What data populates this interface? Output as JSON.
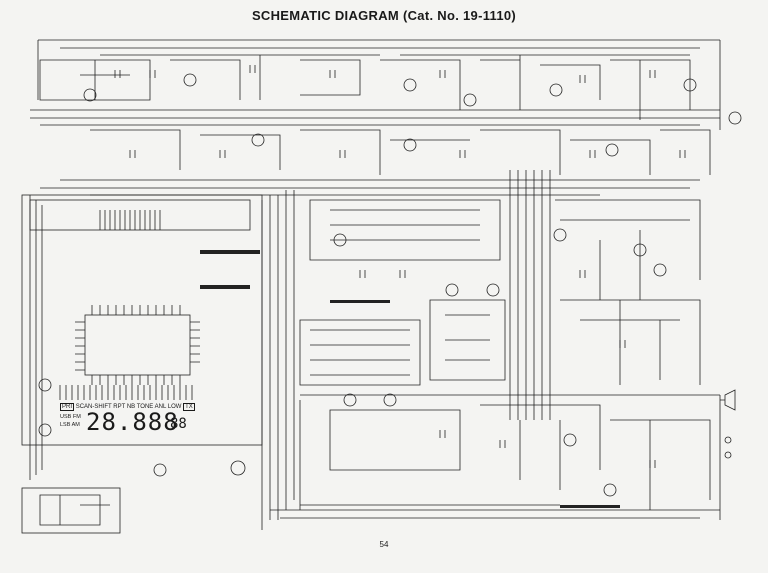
{
  "title": "SCHEMATIC DIAGRAM (Cat. No. 19-1110)",
  "page_number": "54",
  "lcd": {
    "indicators_top": [
      "PRI",
      "SCAN-SHIFT",
      "RPT",
      "NB",
      "TONE",
      "ANL",
      "LOW",
      "TX"
    ],
    "modes": [
      "USB",
      "FM",
      "LSB",
      "AM"
    ],
    "frequency": "28.888",
    "channel": "88"
  }
}
